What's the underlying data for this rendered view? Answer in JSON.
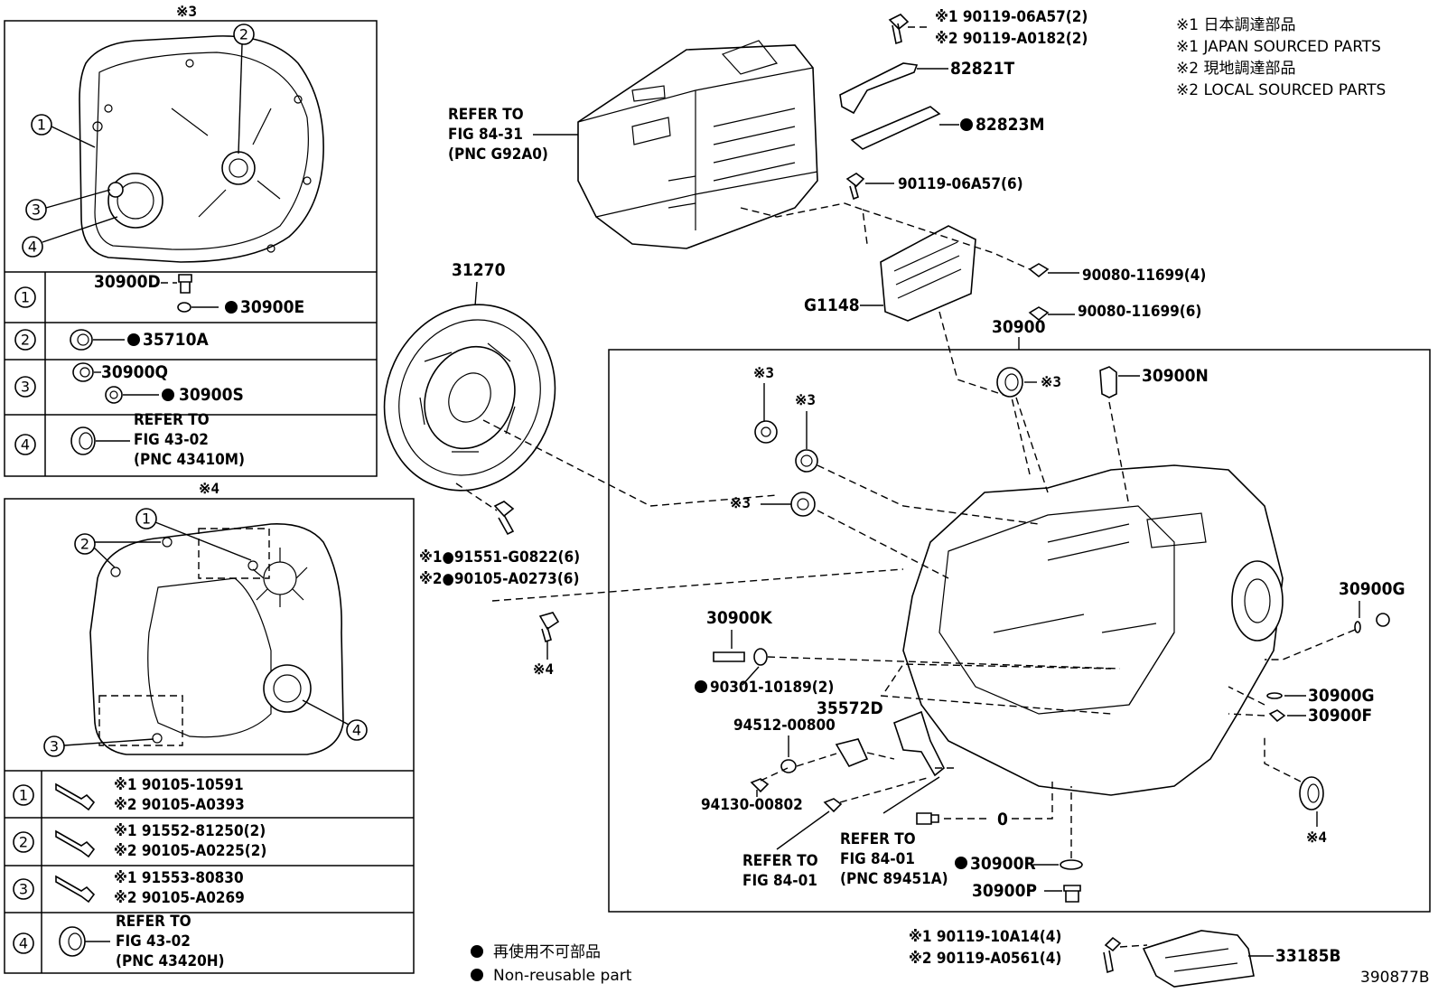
{
  "legend": {
    "line1": "※1 日本調達部品",
    "line2": "※1 JAPAN SOURCED PARTS",
    "line3": "※2 現地調達部品",
    "line4": "※2 LOCAL SOURCED PARTS"
  },
  "footer_legend": {
    "line1": "再使用不可部品",
    "line2": "Non-reusable part"
  },
  "figure_code": "390877B",
  "panel3": {
    "title": "※3",
    "rows": [
      {
        "idx": "1",
        "parts": [
          "30900D",
          "30900E"
        ]
      },
      {
        "idx": "2",
        "parts": [
          "35710A"
        ]
      },
      {
        "idx": "3",
        "parts": [
          "30900Q",
          "30900S"
        ]
      },
      {
        "idx": "4",
        "refer": [
          "REFER TO",
          "FIG 43-02",
          "(PNC 43410M)"
        ]
      }
    ]
  },
  "panel4": {
    "title": "※4",
    "rows": [
      {
        "idx": "1",
        "p1": "※1 90105-10591",
        "p2": "※2 90105-A0393"
      },
      {
        "idx": "2",
        "p1": "※1 91552-81250(2)",
        "p2": "※2 90105-A0225(2)"
      },
      {
        "idx": "3",
        "p1": "※1 91553-80830",
        "p2": "※2 90105-A0269"
      },
      {
        "idx": "4",
        "refer": [
          "REFER TO",
          "FIG 43-02",
          "(PNC 43420H)"
        ]
      }
    ]
  },
  "callouts": {
    "bolt_top_1": "※1 90119-06A57(2)",
    "bolt_top_2": "※2 90119-A0182(2)",
    "bracket_82821T": "82821T",
    "plate_82823M": "82823M",
    "bolt_06A57_6": "90119-06A57(6)",
    "refer_inverter": [
      "REFER TO",
      "FIG 84-31",
      "(PNC G92A0)"
    ],
    "clutch_31270": "31270",
    "g1148": "G1148",
    "bolt_11699_4": "90080-11699(4)",
    "bolt_11699_6": "90080-11699(6)",
    "assy_30900": "30900",
    "mark3": "※3",
    "mark4": "※4",
    "p30900N": "30900N",
    "bolt_clutch_1": "※1●91551-G0822(6)",
    "bolt_clutch_2": "※2●90105-A0273(6)",
    "p30900K": "30900K",
    "oring_90301": "90301-10189(2)",
    "p35572D": "35572D",
    "p94512": "94512-00800",
    "p94130": "94130-00802",
    "refer_fig_1": [
      "REFER TO",
      "FIG 84-01"
    ],
    "refer_fig_2": [
      "REFER TO",
      "FIG 84-01",
      "(PNC 89451A)"
    ],
    "p30900R": "30900R",
    "p30900P": "30900P",
    "p30900G_1": "30900G",
    "p30900G_2": "30900G",
    "p30900F": "30900F",
    "bolt_bottom_1": "※1 90119-10A14(4)",
    "bolt_bottom_2": "※2 90119-A0561(4)",
    "p33185B": "33185B"
  }
}
